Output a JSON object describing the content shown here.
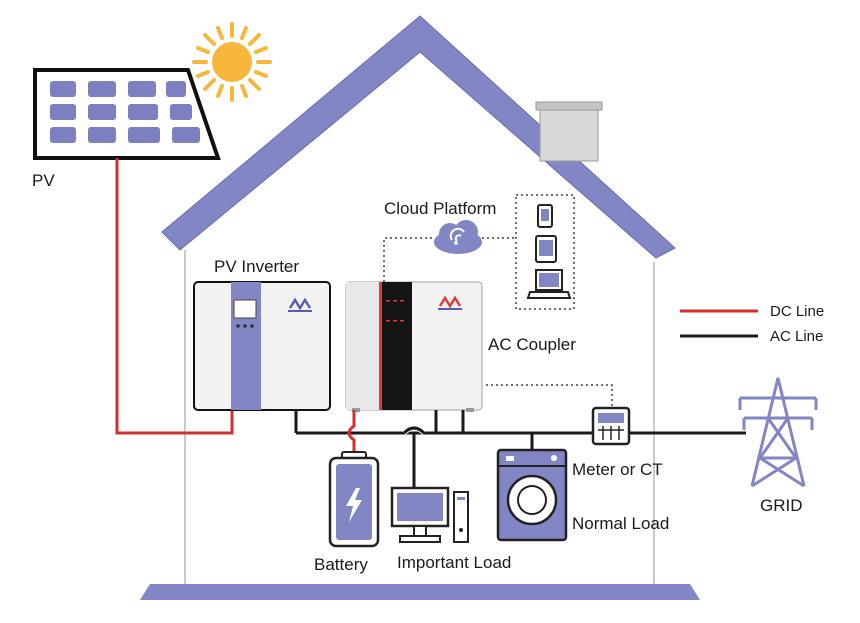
{
  "labels": {
    "pv": "PV",
    "pv_inverter": "PV Inverter",
    "cloud_platform": "Cloud Platform",
    "ac_coupler": "AC Coupler",
    "meter": "Meter or CT",
    "normal_load": "Normal Load",
    "battery": "Battery",
    "important_load": "Important Load",
    "grid": "GRID"
  },
  "legend": {
    "dc": "DC Line",
    "ac": "AC Line"
  },
  "colors": {
    "house": "#8386c4",
    "dc_line": "#d62f2f",
    "ac_line": "#1a1a1a",
    "panel_cell": "#7c80c0",
    "sun": "#f6b73c",
    "accent_red": "#e03a3a"
  },
  "icons": [
    "solar-panel-icon",
    "sun-icon",
    "wifi-cloud-icon",
    "phone-icon",
    "tablet-icon",
    "laptop-icon",
    "battery-icon",
    "computer-icon",
    "washing-machine-icon",
    "meter-icon",
    "power-tower-icon"
  ]
}
